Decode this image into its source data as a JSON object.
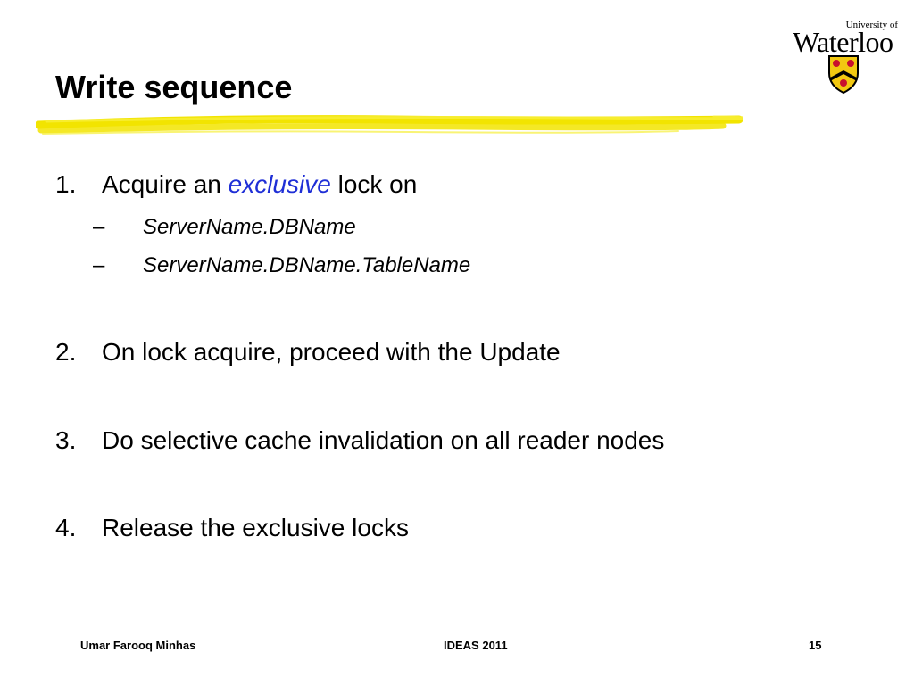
{
  "slide": {
    "title": "Write sequence"
  },
  "logo": {
    "top_line": "University of",
    "name": "Waterloo",
    "crest_icon": "university-crest-icon"
  },
  "list": {
    "items": [
      {
        "number": "1.",
        "text_before": "Acquire an ",
        "emphasis": "exclusive",
        "text_after": " lock on",
        "sub_items": [
          {
            "dash": "–",
            "text": "ServerName.DBName"
          },
          {
            "dash": "–",
            "text": "ServerName.DBName.TableName"
          }
        ]
      },
      {
        "number": "2.",
        "text": "On lock acquire, proceed with the Update"
      },
      {
        "number": "3.",
        "text": "Do selective cache invalidation on all reader nodes"
      },
      {
        "number": "4.",
        "text": "Release the exclusive locks"
      }
    ]
  },
  "footer": {
    "author": "Umar Farooq Minhas",
    "event": "IDEAS 2011",
    "page_number": "15"
  },
  "colors": {
    "emphasis": "#1f2fd6",
    "accent_yellow": "#f2e400",
    "footer_rule": "#f2c811"
  }
}
